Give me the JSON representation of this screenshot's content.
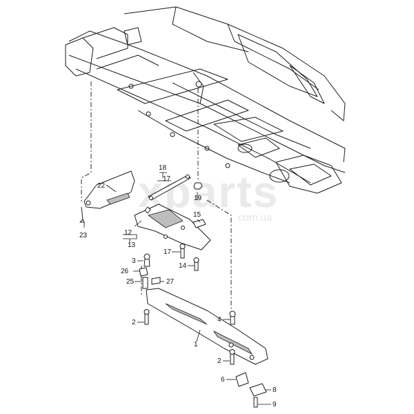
{
  "watermark": {
    "main": "xparts",
    "sub": "com.ua"
  },
  "callouts": {
    "c1": "1",
    "c2a": "2",
    "c2b": "2",
    "c3": "3",
    "c4": "4",
    "c6": "6",
    "c8": "8",
    "c9": "9",
    "c12": "12",
    "c13": "13",
    "c14": "14",
    "c15": "15",
    "c17a": "17",
    "c17b": "17",
    "c18": "18",
    "c19": "19",
    "c22": "22",
    "c23": "23",
    "c25": "25",
    "c26": "26",
    "c27": "27"
  }
}
